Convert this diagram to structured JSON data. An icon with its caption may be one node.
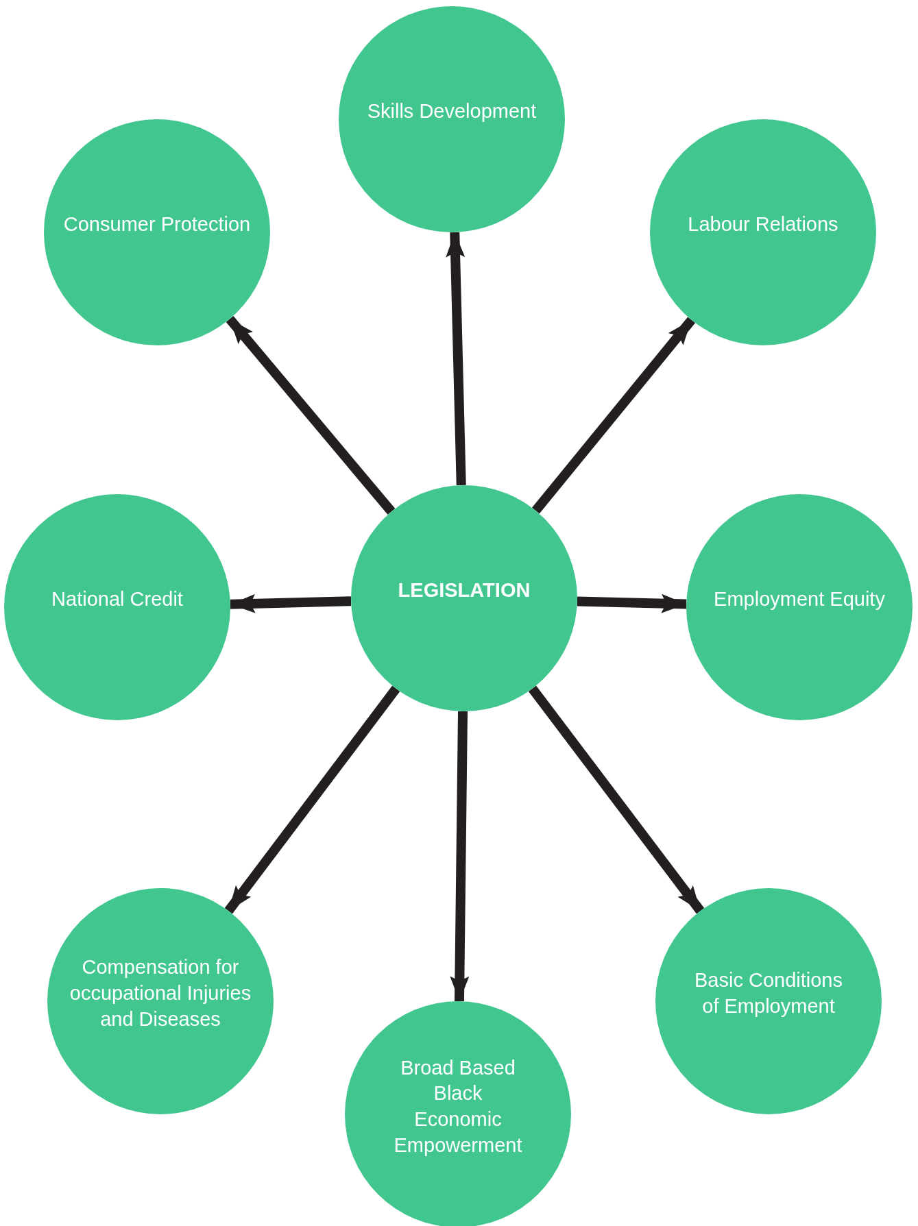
{
  "diagram": {
    "nodes": [
      {
        "text": [
          "Skills Development"
        ]
      },
      {
        "text": [
          "Consumer Protection"
        ]
      },
      {
        "text": [
          "Labour Relations"
        ]
      },
      {
        "text": [
          "National Credit"
        ]
      },
      {
        "text": [
          "LEGISLATION"
        ]
      },
      {
        "text": [
          "Employment Equity"
        ]
      },
      {
        "text": [
          "Compensation for occupational Injuries and Diseases"
        ]
      },
      {
        "text": [
          "Basic Conditions of Employment"
        ]
      },
      {
        "text": [
          "Broad Based Black Economic Empowerment"
        ]
      }
    ],
    "edges": [
      {
        "from": 4,
        "to": 0,
        "arrow": "to"
      },
      {
        "from": 4,
        "to": 1,
        "arrow": "to"
      },
      {
        "from": 4,
        "to": 2,
        "arrow": "to"
      },
      {
        "from": 4,
        "to": 3,
        "arrow": "to"
      },
      {
        "from": 4,
        "to": 5,
        "arrow": "to"
      },
      {
        "from": 4,
        "to": 6,
        "arrow": "to"
      },
      {
        "from": 4,
        "to": 7,
        "arrow": "to"
      },
      {
        "from": 4,
        "to": 8,
        "arrow": "to"
      }
    ]
  }
}
